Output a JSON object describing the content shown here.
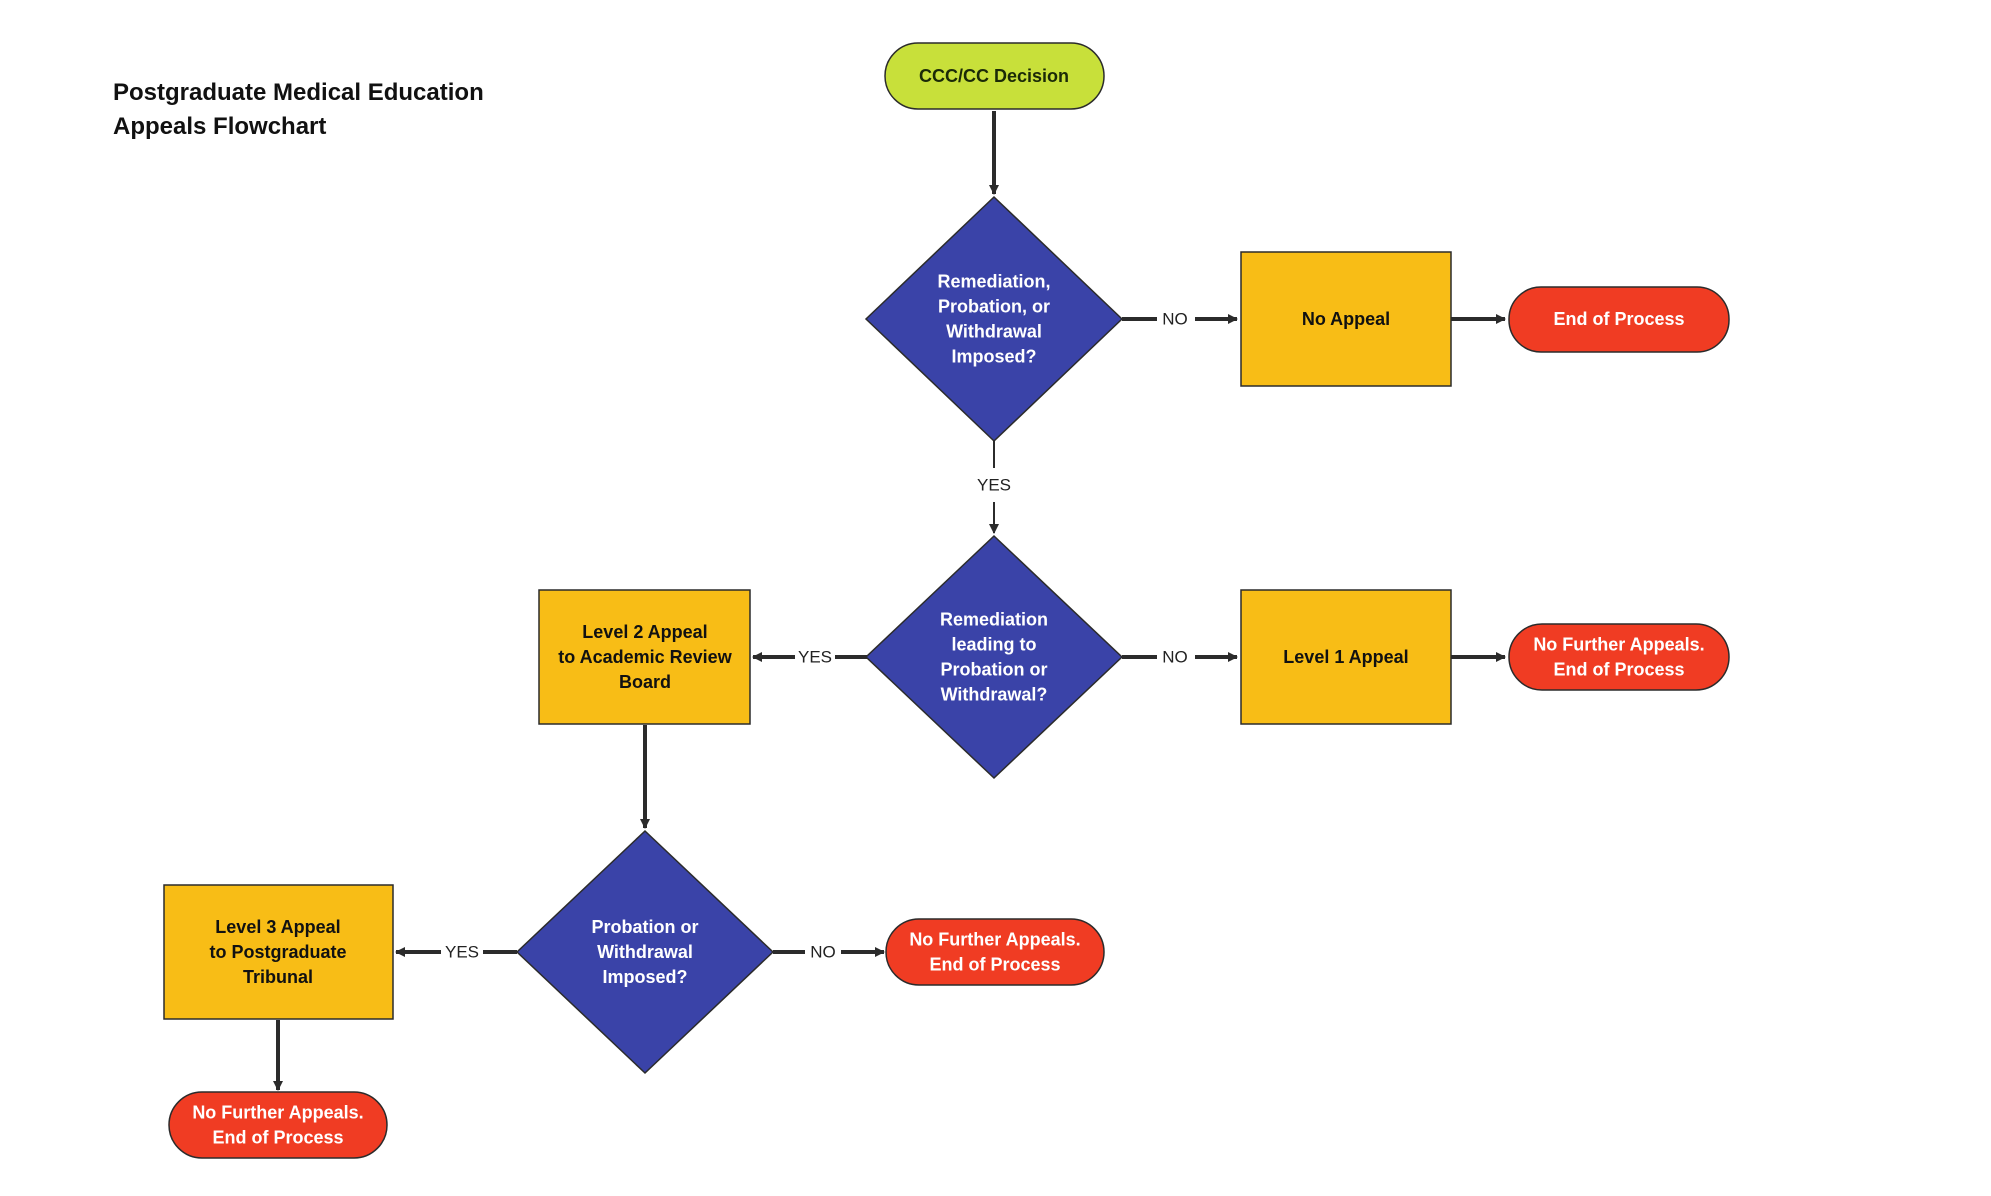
{
  "title": {
    "line1": "Postgraduate Medical Education",
    "line2": "Appeals Flowchart"
  },
  "colors": {
    "start": "#c8e03a",
    "decision": "#3a43a8",
    "process": "#f8bd16",
    "end": "#f03c23",
    "edge": "#2b2b2b"
  },
  "nodes": {
    "start": {
      "lines": [
        "CCC/CC Decision"
      ]
    },
    "d1": {
      "lines": [
        "Remediation,",
        "Probation, or",
        "Withdrawal",
        "Imposed?"
      ]
    },
    "noAppeal": {
      "lines": [
        "No Appeal"
      ]
    },
    "end1": {
      "lines": [
        "End of Process"
      ]
    },
    "d2": {
      "lines": [
        "Remediation",
        "leading to",
        "Probation or",
        "Withdrawal?"
      ]
    },
    "level1": {
      "lines": [
        "Level 1 Appeal"
      ]
    },
    "end2": {
      "lines": [
        "No Further Appeals.",
        "End of Process"
      ]
    },
    "level2": {
      "lines": [
        "Level 2 Appeal",
        "to Academic Review",
        "Board"
      ]
    },
    "d3": {
      "lines": [
        "Probation or",
        "Withdrawal",
        "Imposed?"
      ]
    },
    "end3": {
      "lines": [
        "No Further Appeals.",
        "End of Process"
      ]
    },
    "level3": {
      "lines": [
        "Level 3 Appeal",
        "to Postgraduate",
        "Tribunal"
      ]
    },
    "end4": {
      "lines": [
        "No Further Appeals.",
        "End of Process"
      ]
    }
  },
  "edges": {
    "e1": "",
    "e2": "NO",
    "e3": "",
    "e4": "YES",
    "e5": "NO",
    "e6": "",
    "e7": "YES",
    "e8": "",
    "e9": "NO",
    "e10": "YES",
    "e11": ""
  }
}
